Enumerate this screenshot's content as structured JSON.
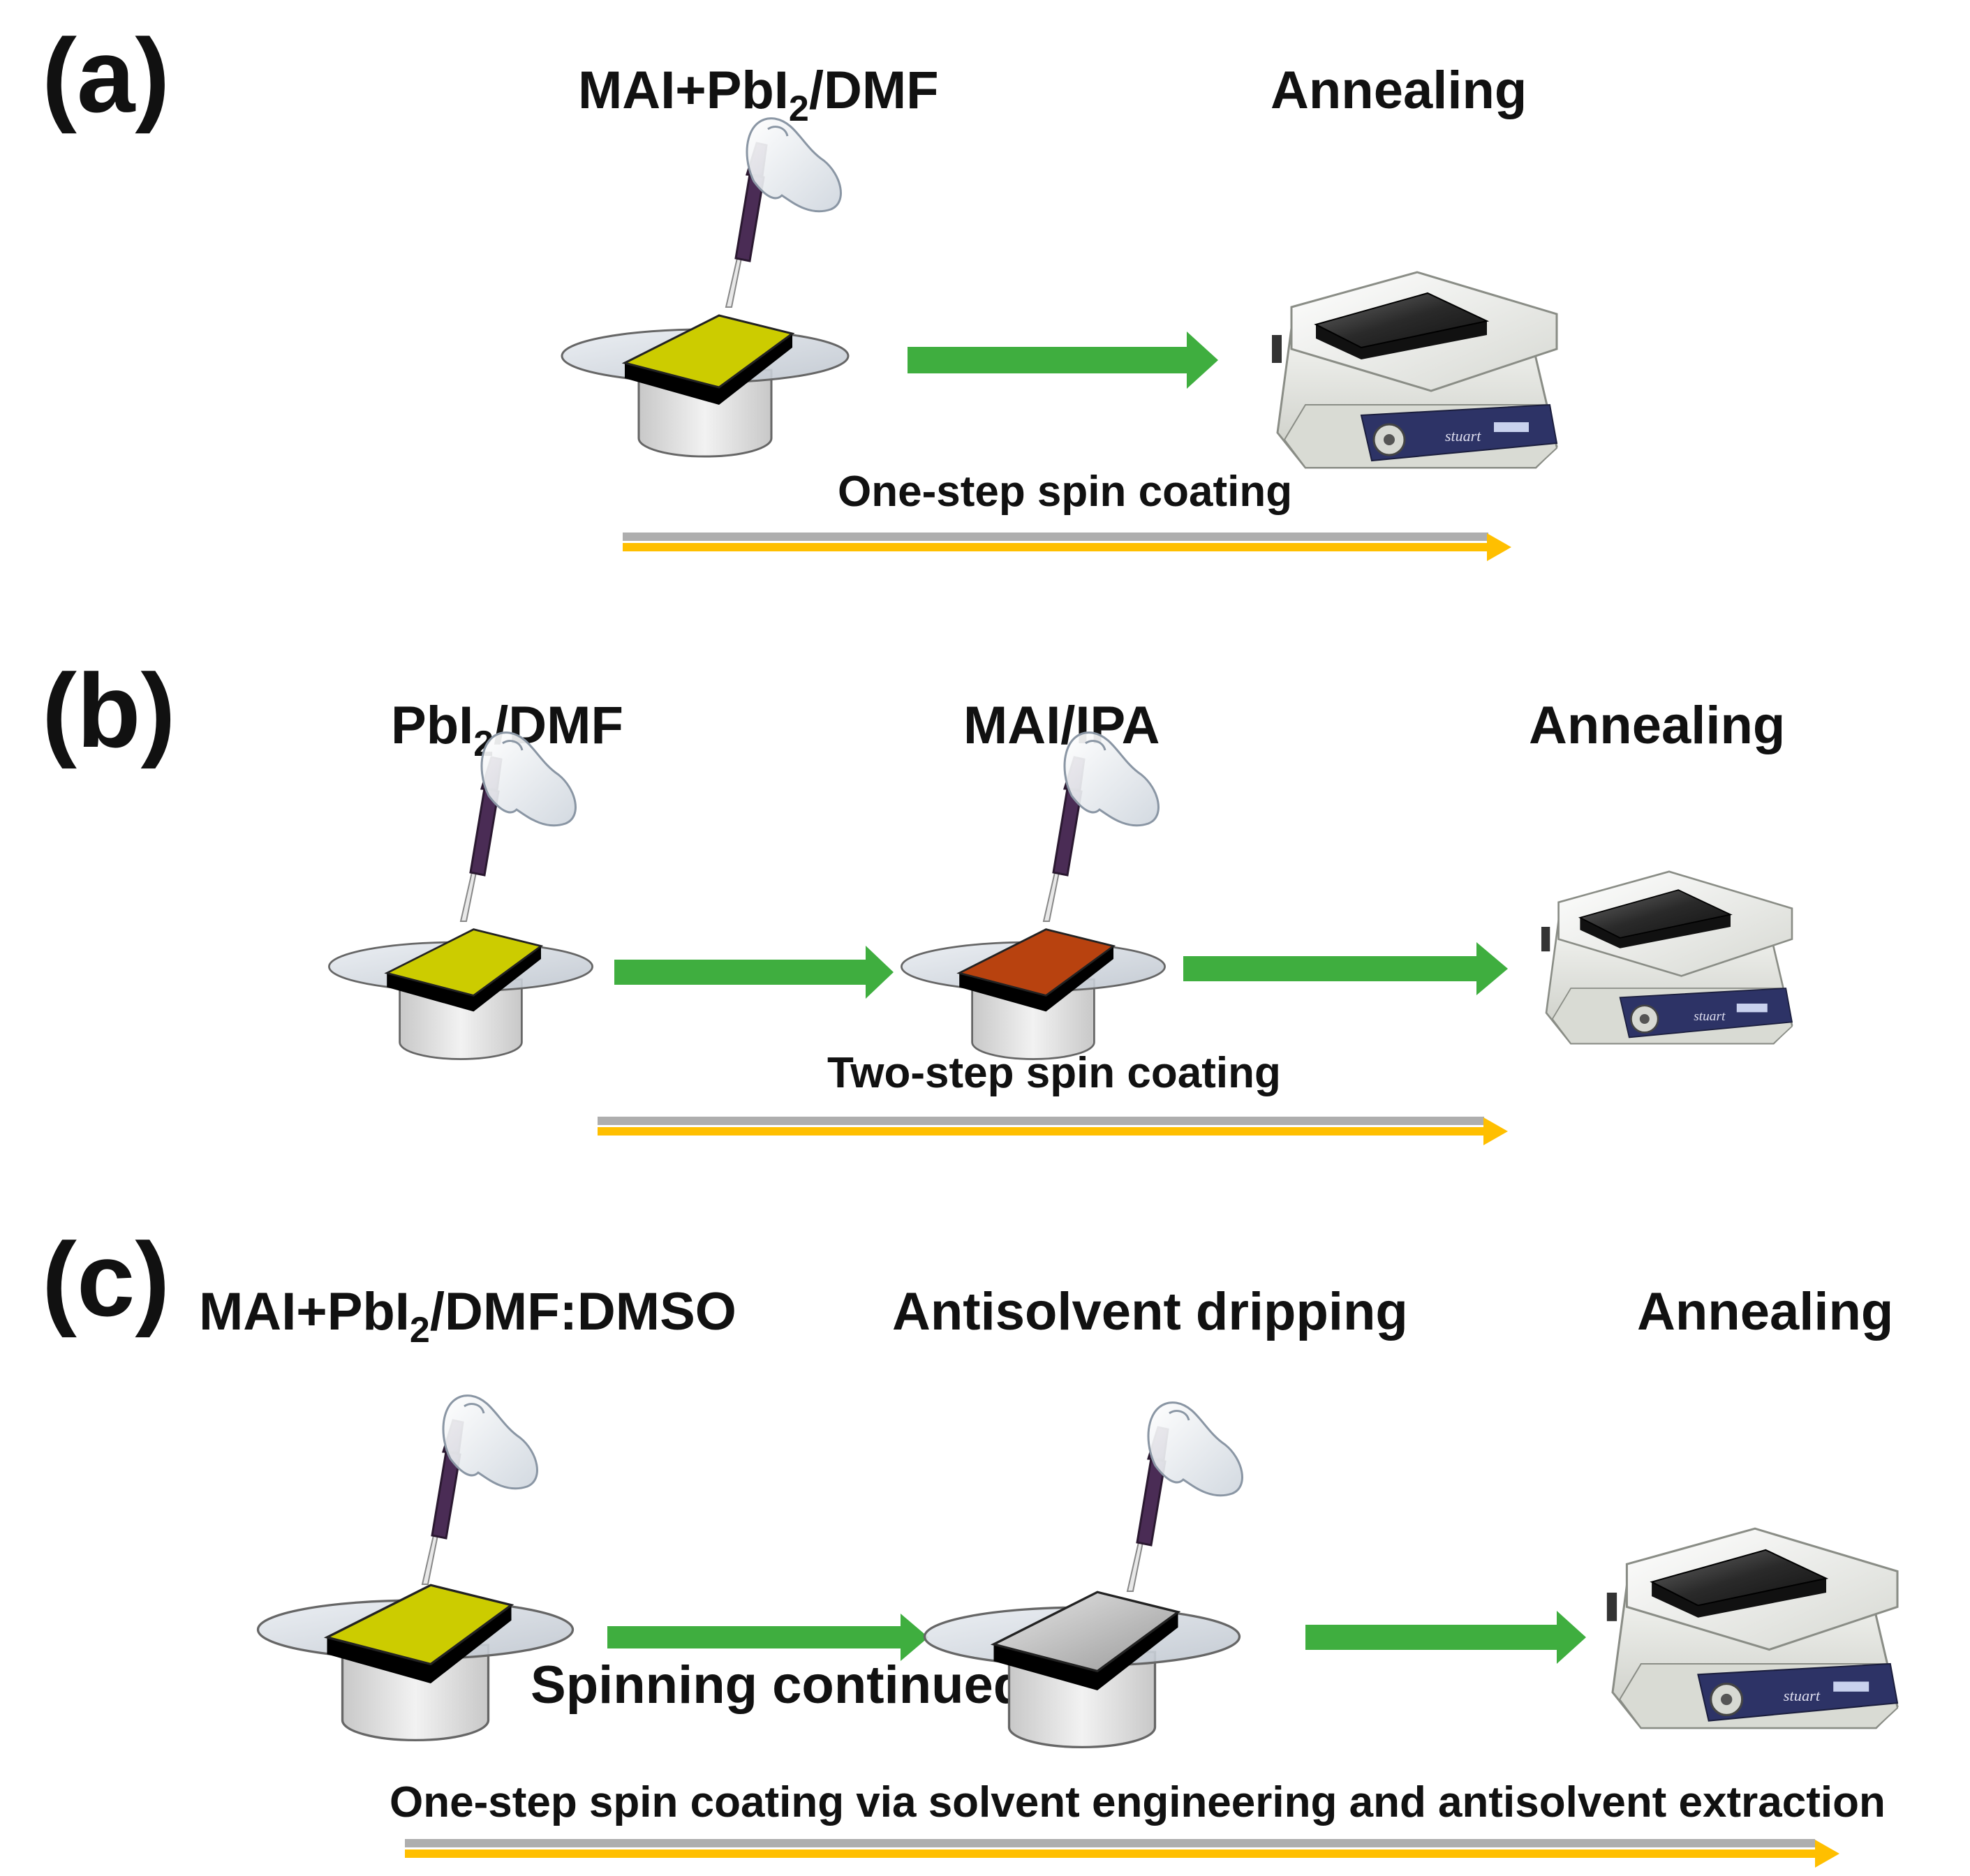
{
  "panels": {
    "a": {
      "letter": "(a)",
      "deposit": {
        "prefix": "MAI+PbI",
        "sub": "2",
        "suffix": "/DMF"
      },
      "annealing": "Annealing",
      "process": "One-step spin coating",
      "substrate_color": "#cccc00"
    },
    "b": {
      "letter": "(b)",
      "deposit1": {
        "prefix": "PbI",
        "sub": "2",
        "suffix": "/DMF"
      },
      "deposit2": "MAI/IPA",
      "annealing": "Annealing",
      "process": "Two-step spin coating",
      "substrate1_color": "#cccc00",
      "substrate2_color": "#b8420f"
    },
    "c": {
      "letter": "(c)",
      "deposit1": {
        "prefix": "MAI+PbI",
        "sub": "2",
        "suffix": "/DMF:DMSO"
      },
      "deposit2": "Antisolvent dripping",
      "annealing": "Annealing",
      "spinning": "Spinning continued",
      "process": "One-step spin coating via solvent engineering and antisolvent extraction",
      "substrate1_color": "#cccc00",
      "substrate2_color": "#a8a8a8"
    }
  },
  "colors": {
    "flow_arrow": "#3fae3f",
    "timeline_arrow": "#ffbf00",
    "timeline_shadow": "#9a9a9a",
    "annealed_film": "#2a2a2a"
  }
}
